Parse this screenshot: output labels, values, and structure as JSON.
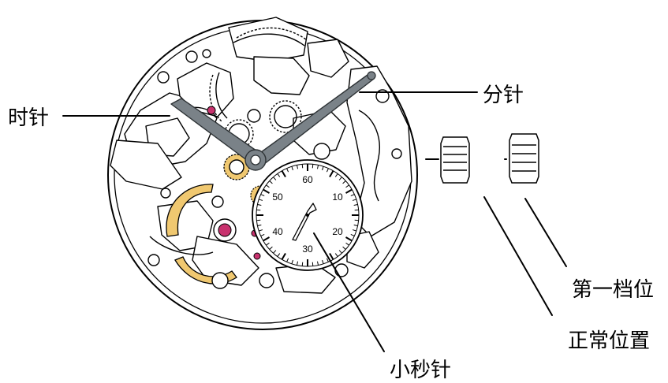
{
  "labels": {
    "hour_hand": "时针",
    "minute_hand": "分针",
    "small_second_hand": "小秒针",
    "first_position": "第一档位",
    "normal_position": "正常位置"
  },
  "subdial_numbers": [
    "60",
    "10",
    "20",
    "30",
    "40",
    "50"
  ],
  "colors": {
    "hands": "#7a8288",
    "hands_outline": "#2e3336",
    "gold_parts": "#f0c870",
    "jewel": "#c8326e",
    "line": "#000000",
    "background": "#ffffff"
  }
}
